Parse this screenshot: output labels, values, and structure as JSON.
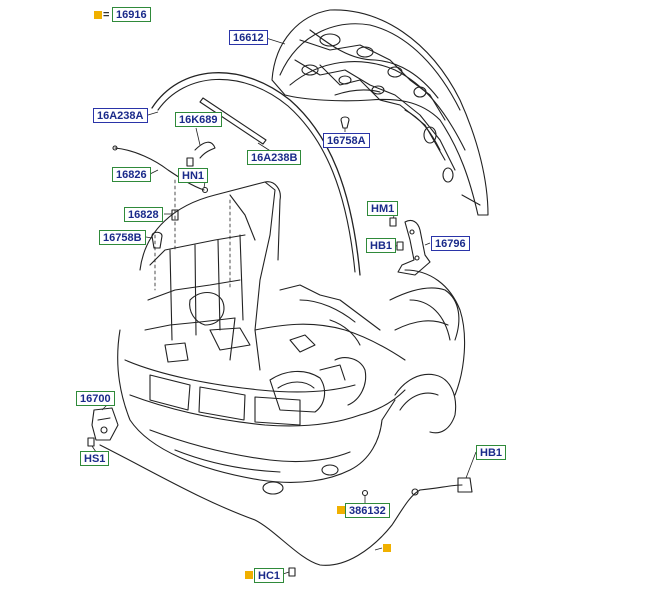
{
  "colors": {
    "green_frame": "#2f8a3a",
    "blue_frame": "#2a34a8",
    "label_text": "#1a2a8a",
    "marker": "#f0b000",
    "line": "#222222"
  },
  "legend": {
    "equals": "=",
    "part": "16916"
  },
  "labels": {
    "l16916": "16916",
    "l16612": "16612",
    "l16A238A": "16A238A",
    "l16K689": "16K689",
    "l16758A": "16758A",
    "l16A238B": "16A238B",
    "l16826": "16826",
    "lHN1": "HN1",
    "l16828": "16828",
    "lHM1": "HM1",
    "l16758B": "16758B",
    "lHB1a": "HB1",
    "l16796": "16796",
    "l16700": "16700",
    "lHS1": "HS1",
    "lHB1b": "HB1",
    "l386132": "386132",
    "lHC1": "HC1"
  }
}
